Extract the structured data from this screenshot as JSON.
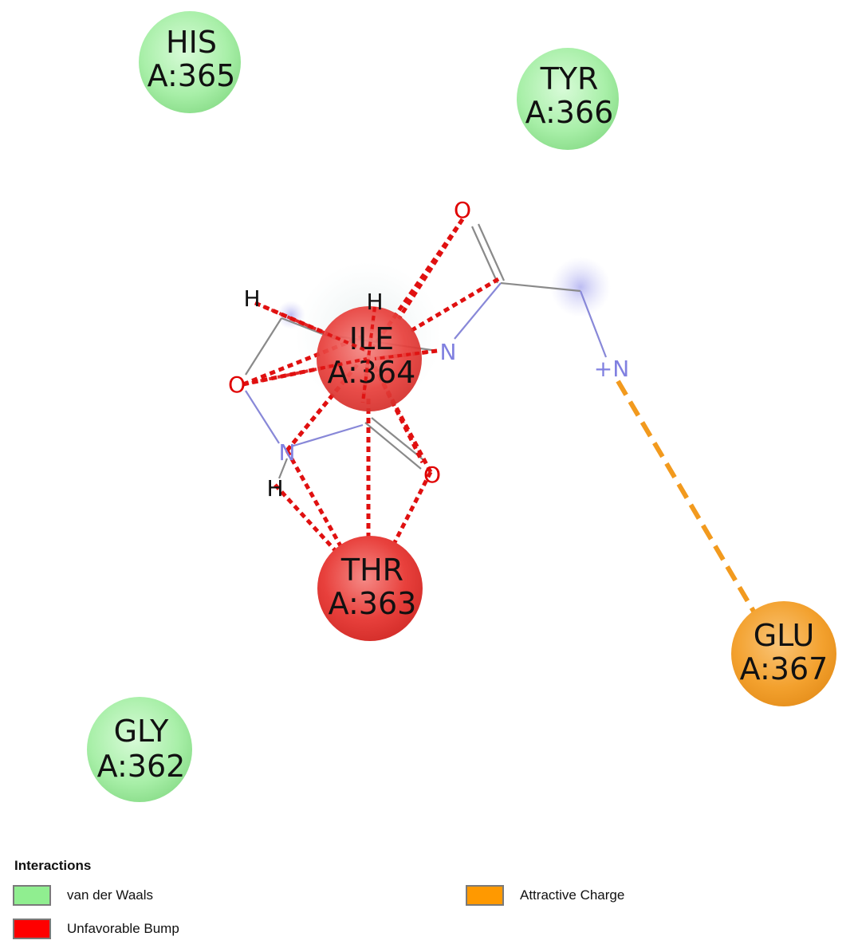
{
  "residues": [
    {
      "id": "his365",
      "name": "HIS",
      "chain_pos": "A:365",
      "type": "van_der_waals"
    },
    {
      "id": "tyr366",
      "name": "TYR",
      "chain_pos": "A:366",
      "type": "van_der_waals"
    },
    {
      "id": "ile364",
      "name": "ILE",
      "chain_pos": "A:364",
      "type": "unfavorable_bump"
    },
    {
      "id": "thr363",
      "name": "THR",
      "chain_pos": "A:363",
      "type": "unfavorable_bump"
    },
    {
      "id": "glu367",
      "name": "GLU",
      "chain_pos": "A:367",
      "type": "attractive_charge"
    },
    {
      "id": "gly362",
      "name": "GLY",
      "chain_pos": "A:362",
      "type": "van_der_waals"
    }
  ],
  "atoms": {
    "o_top": "O",
    "o_left": "O",
    "o_right": "O",
    "n_mid": "N",
    "n_left": "N",
    "n_plus": "+N",
    "h_topleft": "H",
    "h_top": "H",
    "h_bottom": "H"
  },
  "legend": {
    "title": "Interactions",
    "items": [
      {
        "label": "van der Waals",
        "color": "#90ee90"
      },
      {
        "label": "Unfavorable Bump",
        "color": "#ff0000"
      },
      {
        "label": "Attractive Charge",
        "color": "#ff9900"
      }
    ]
  },
  "colors": {
    "van_der_waals": "#9be89b",
    "unfavorable_bump": "#e8423f",
    "attractive_charge": "#f39a1e",
    "nitrogen": "#8080e0",
    "oxygen": "#e00000"
  }
}
